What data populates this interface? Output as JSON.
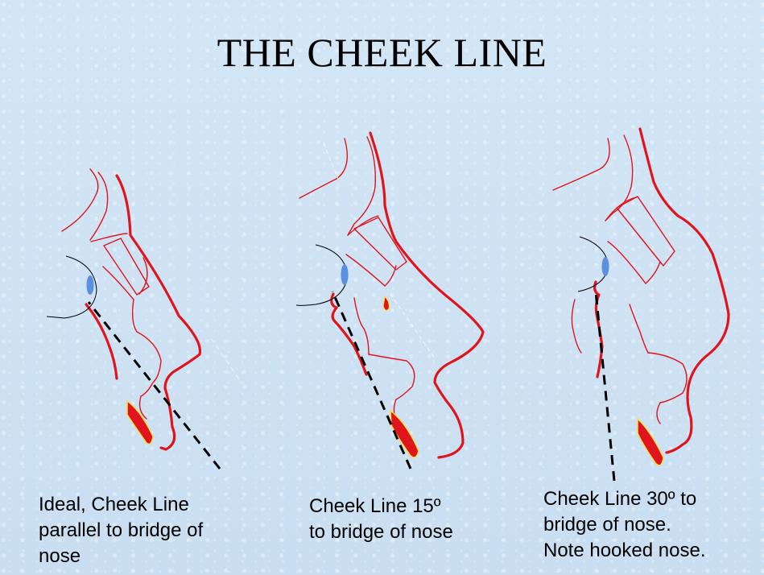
{
  "title": "THE CHEEK LINE",
  "captions": [
    "Ideal, Cheek Line\nparallel to bridge of\nnose",
    "Cheek Line 15º\nto bridge of nose",
    "Cheek Line 30º to\nbridge of nose.\nNote hooked nose."
  ],
  "colors": {
    "profile": "#e0141c",
    "eye": "#5b8fe0",
    "cheek_line": "#000000",
    "background": "#cfe3f3"
  }
}
